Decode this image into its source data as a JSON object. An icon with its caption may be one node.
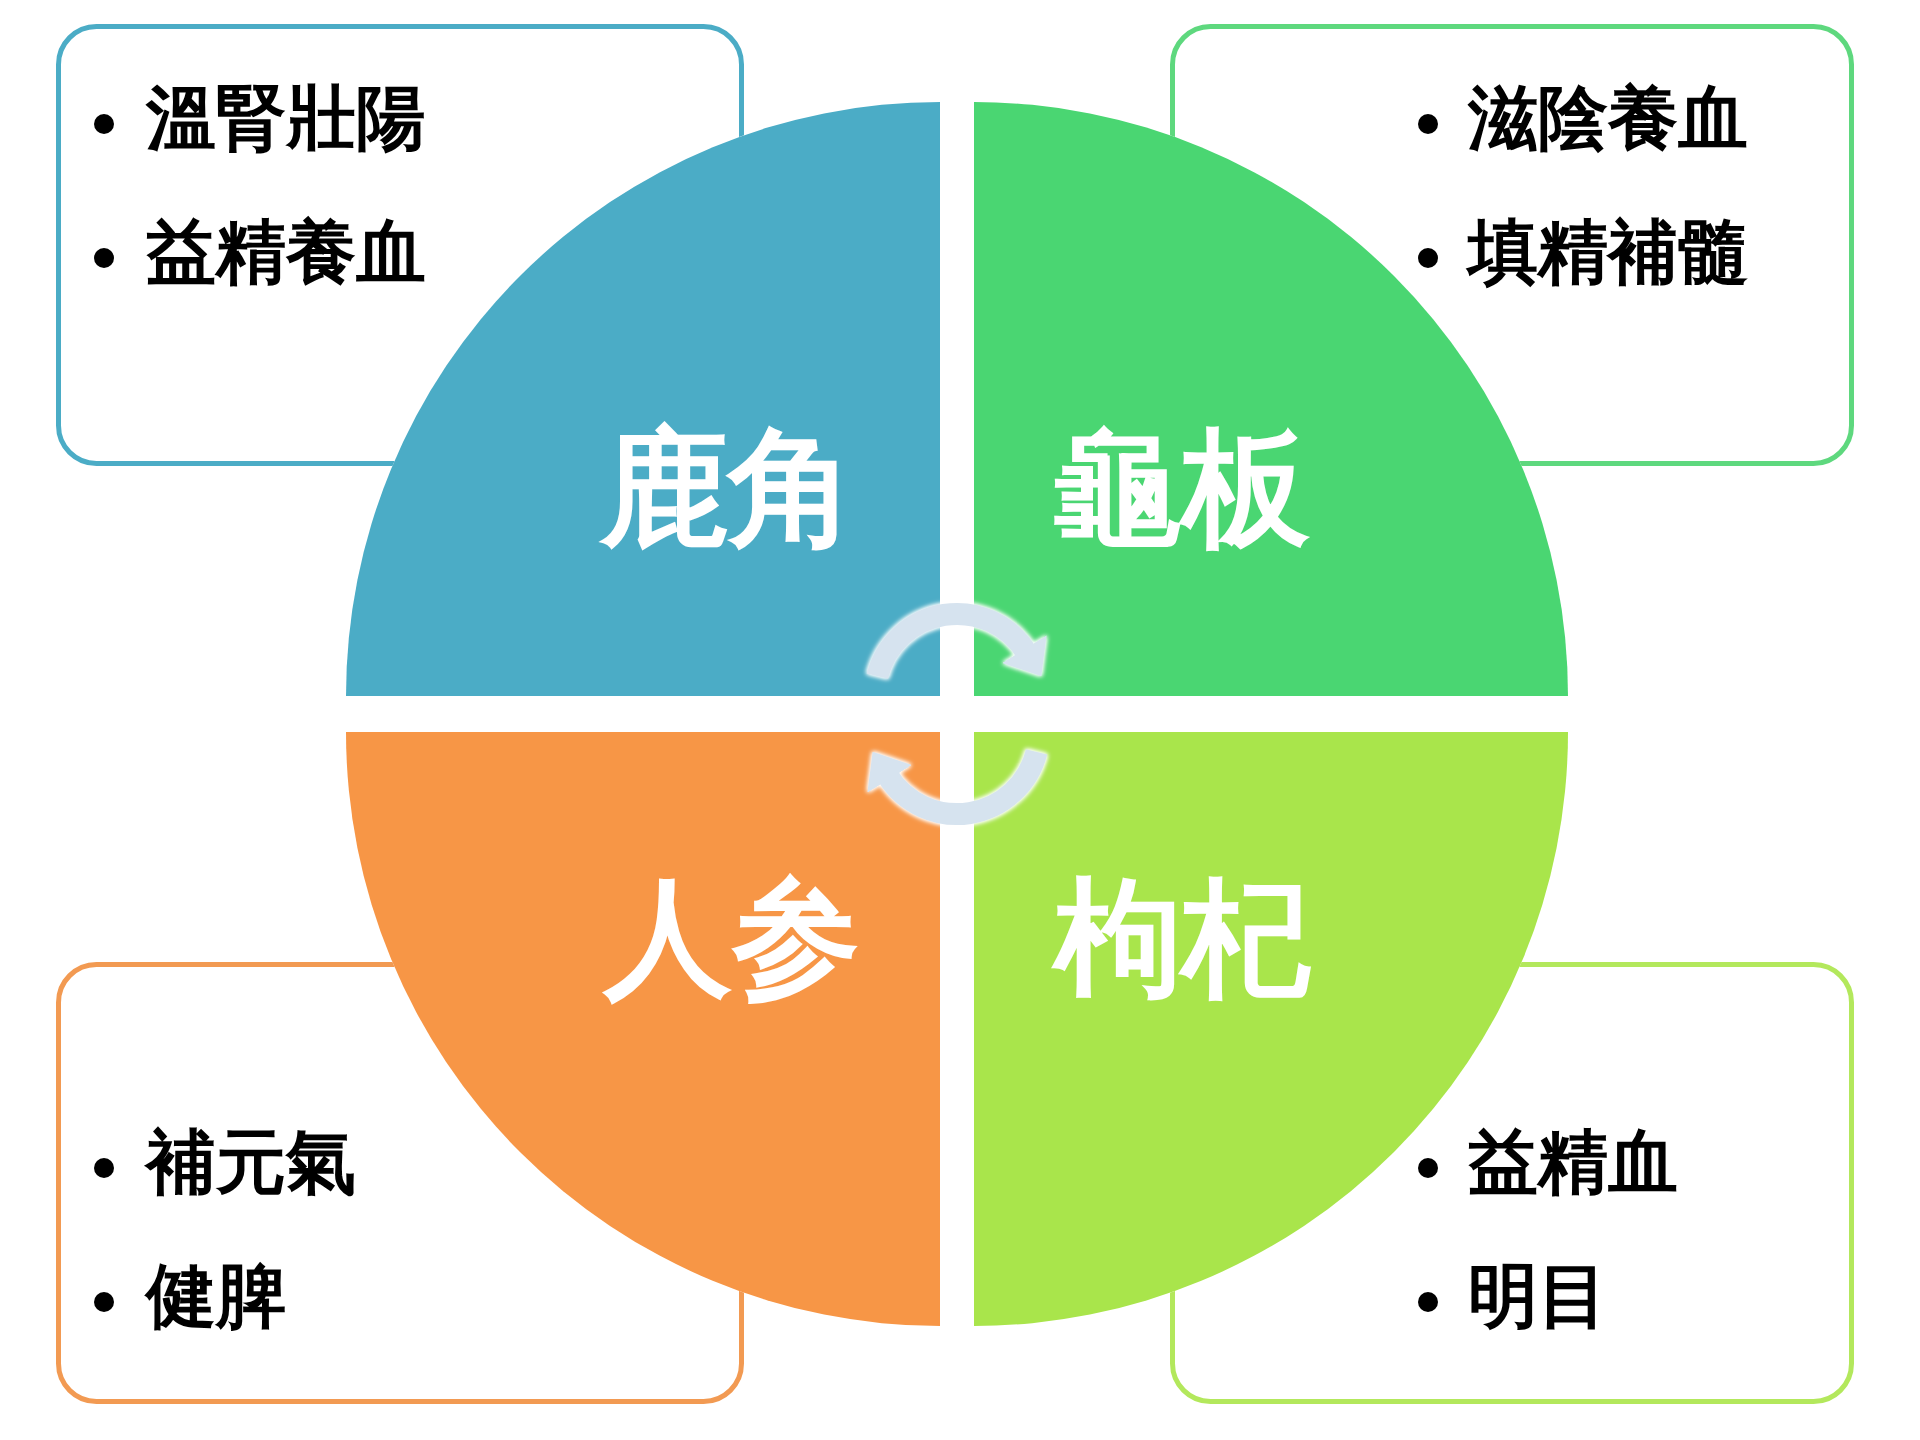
{
  "diagram": {
    "nodes": [
      {
        "text": [
          "溫腎壯陽",
          "益精養血"
        ]
      },
      {
        "text": [
          "滋陰養血",
          "填精補髓"
        ]
      },
      {
        "text": [
          "鹿角"
        ]
      },
      {
        "text": [
          "龜板"
        ]
      },
      {
        "text": [
          "人参"
        ]
      },
      {
        "text": [
          "枸杞"
        ]
      },
      {
        "text": [
          "補元氣",
          "健脾"
        ]
      },
      {
        "text": [
          "益精血",
          "明目"
        ]
      }
    ],
    "edges": [
      {
        "from": 2,
        "to": 3,
        "arrow": "to"
      },
      {
        "from": 5,
        "to": 4,
        "arrow": "to"
      }
    ]
  }
}
